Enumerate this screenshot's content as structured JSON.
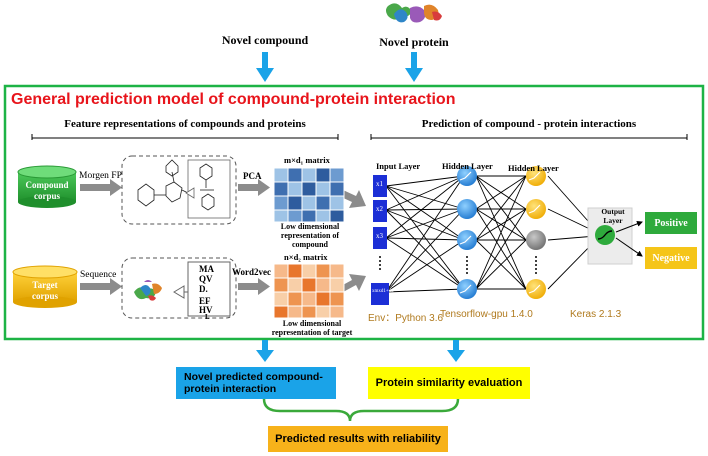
{
  "inputs": {
    "compound": "Novel compound",
    "protein": "Novel protein"
  },
  "main_title": "General prediction model of compound-protein interaction",
  "left_panel": {
    "title": "Feature representations of compounds and proteins",
    "compound_corpus": "Compound\ncorpus",
    "target_corpus": "Target\ncorpus",
    "morgen_fp": "Morgen FP",
    "sequence": "Sequence",
    "pca": "PCA",
    "word2vec": "Word2vec",
    "matrix_m": "m×d₁ matrix",
    "matrix_n": "n×d₂ matrix",
    "low_dim_compound": "Low dimensional\nrepresentation of\ncompound",
    "low_dim_target": "Low dimensional\nrepresentation of target",
    "seq_letters": [
      "MA",
      "QV",
      "D.",
      "EF",
      "HV",
      "L"
    ]
  },
  "right_panel": {
    "title": "Prediction of compound - protein interactions",
    "input_layer": "Input Layer",
    "hidden_layer_1": "Hidden Layer",
    "hidden_layer_2": "Hidden Layer",
    "output_layer": "Output\nLayer",
    "positive": "Positive",
    "negative": "Negative",
    "env": "Env：Python 3.6",
    "tensorflow": "Tensorflow-gpu 1.4.0",
    "keras": "Keras 2.1.3",
    "input_labels": [
      "x1",
      "x2",
      "x3",
      "xmxd1+d2"
    ]
  },
  "outputs": {
    "novel_predicted": "Novel predicted compound-\nprotein interaction",
    "protein_similarity": "Protein similarity evaluation",
    "predicted_results": "Predicted results with reliability"
  },
  "colors": {
    "frame_green": "#1db345",
    "title_red": "#e8141b",
    "arrow_blue": "#1aa3e8",
    "compound_green": "#2eaa3c",
    "target_yellow": "#f5b800",
    "input_blue": "#1c2fd6",
    "node_blue": "#2b8fe0",
    "node_yellow": "#f7c31a",
    "node_gray": "#8a8a8a",
    "positive_green": "#2eaa3c",
    "negative_yellow": "#f5c518",
    "box_cyan": "#1aa3e8",
    "box_yellow": "#ffff00",
    "box_orange": "#f7b21a",
    "brace_green": "#3aa93a",
    "env_brown": "#b07a1e"
  }
}
